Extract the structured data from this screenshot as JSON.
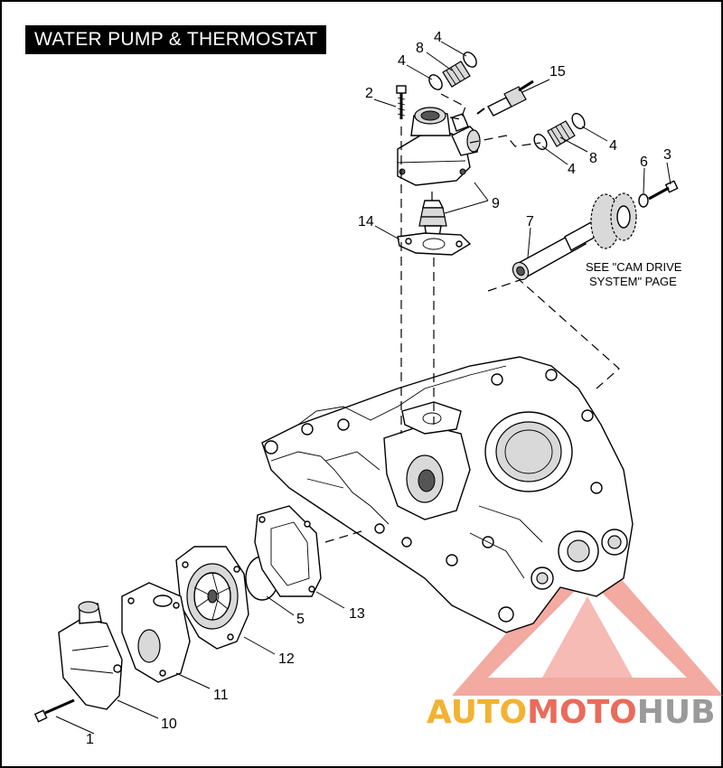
{
  "title": "WATER PUMP & THERMOSTAT",
  "callouts": {
    "c1": "1",
    "c2": "2",
    "c3": "3",
    "c4a": "4",
    "c4b": "4",
    "c4c": "4",
    "c4d": "4",
    "c5": "5",
    "c6": "6",
    "c7": "7",
    "c8a": "8",
    "c8b": "8",
    "c9": "9",
    "c10": "10",
    "c11": "11",
    "c12": "12",
    "c13": "13",
    "c14": "14",
    "c15": "15"
  },
  "note": {
    "line1": "SEE \"CAM DRIVE",
    "line2": "SYSTEM\" PAGE"
  },
  "watermark": {
    "text": "AUTOMOTOHUB",
    "part1": "AUTO",
    "part2": "MOTO",
    "part3": "HUB",
    "color1": "#f2b233",
    "color2": "#e96b5b",
    "color3": "#9a9a9a"
  },
  "colors": {
    "frame": "#000000",
    "background": "#ffffff",
    "title_bg": "#000000",
    "title_fg": "#ffffff"
  }
}
